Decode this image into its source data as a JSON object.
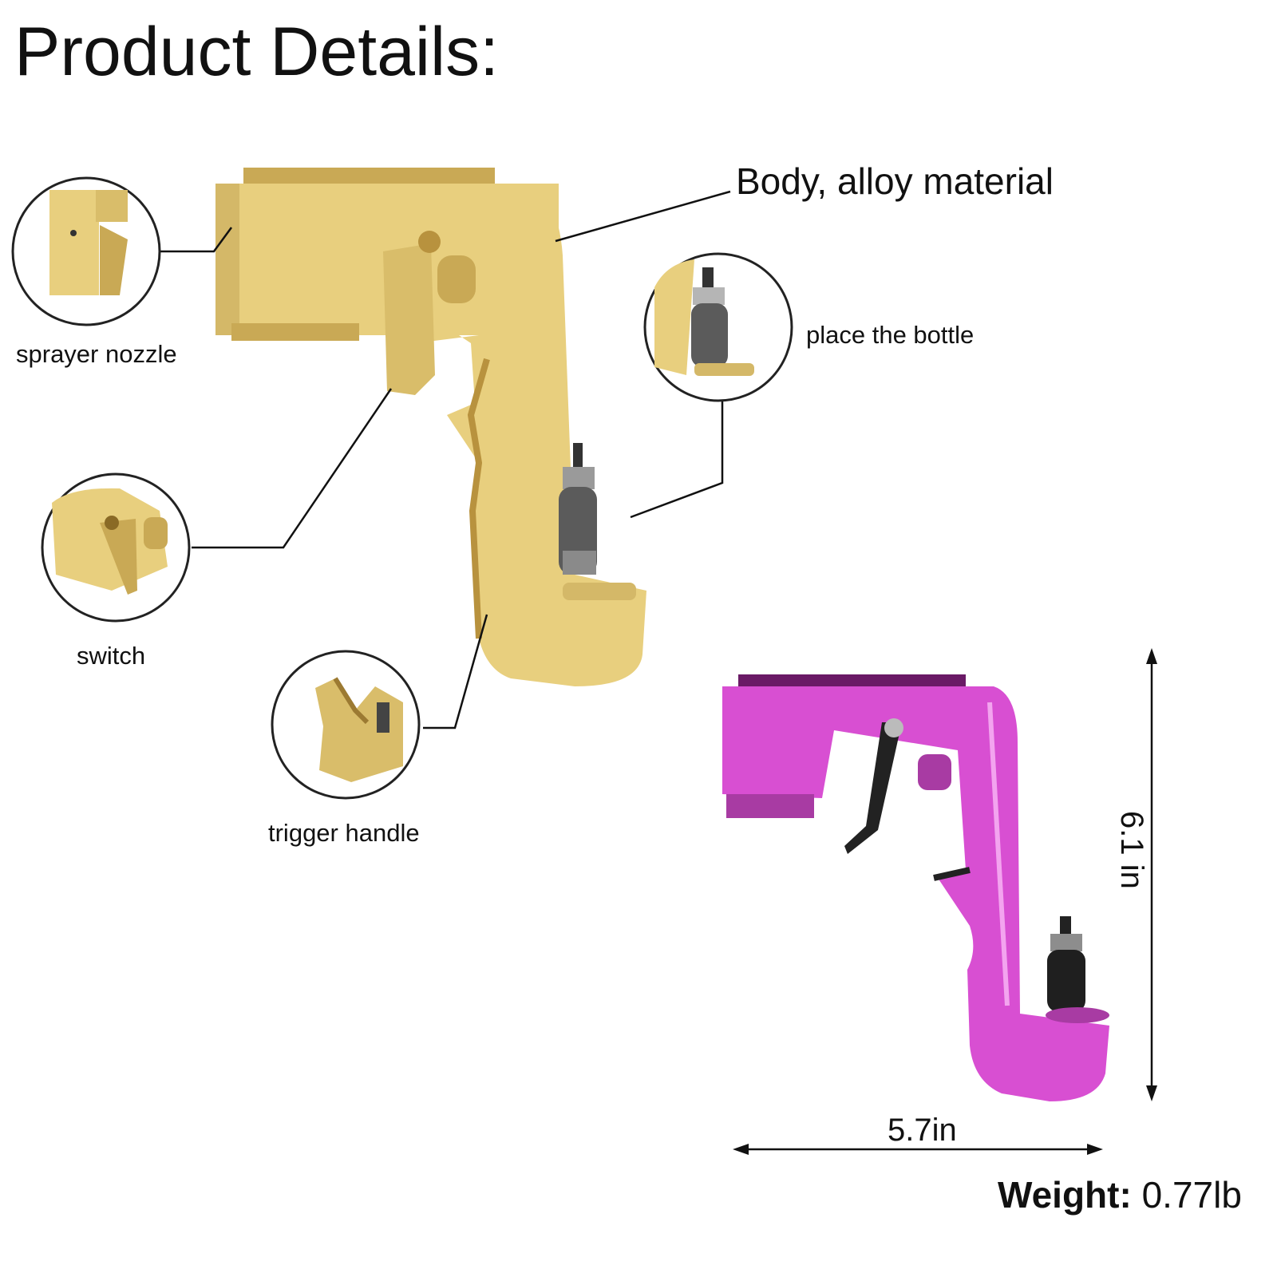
{
  "heading": "Product Details:",
  "callouts": {
    "body": "Body, alloy material",
    "nozzle": "sprayer nozzle",
    "bottle": "place the bottle",
    "switch": "switch",
    "trigger": "trigger handle"
  },
  "dimensions": {
    "width": "5.7in",
    "height": "6.1 in"
  },
  "weight": {
    "label": "Weight:",
    "value": "0.77lb"
  },
  "colors": {
    "gold": "#e8cf7e",
    "gold_shadow": "#b8923e",
    "pink": "#d84fd2",
    "pink_shadow": "#8f1f8a",
    "metal": "#5b5b5b"
  }
}
